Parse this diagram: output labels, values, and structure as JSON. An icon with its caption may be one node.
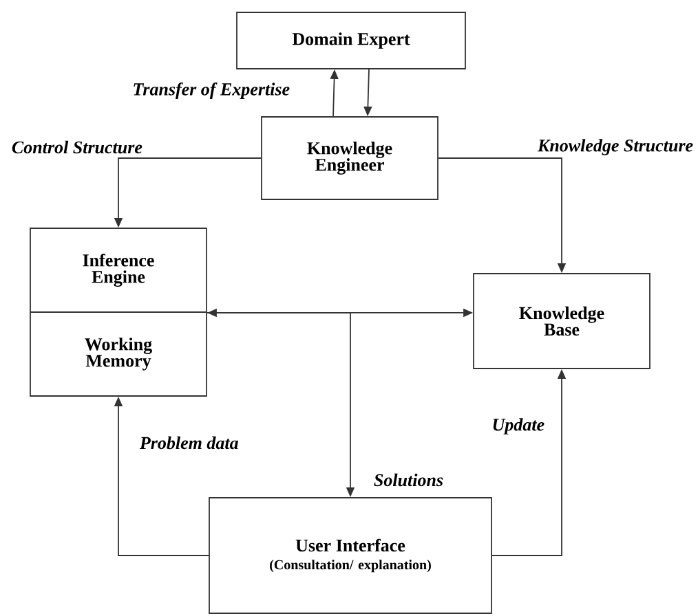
{
  "diagram": {
    "nodes": [
      {
        "text": [
          "Domain Expert"
        ]
      },
      {
        "text": [
          "Knowledge Engineer"
        ]
      },
      {
        "text": [
          "Inference Engine"
        ]
      },
      {
        "text": [
          "Working Memory"
        ]
      },
      {
        "text": [
          "Knowledge Base"
        ]
      },
      {
        "text": [
          "User Interface",
          "(Consultation/ explanation)"
        ]
      }
    ],
    "edges": [
      {
        "from": 1,
        "to": 0,
        "arrow": "to",
        "label": "Transfer of Expertise"
      },
      {
        "from": 0,
        "to": 1,
        "arrow": "to"
      },
      {
        "from": 1,
        "to": 2,
        "arrow": "to",
        "label": "Control Structure"
      },
      {
        "from": 1,
        "to": 4,
        "arrow": "to",
        "label": "Knowledge Structure"
      },
      {
        "from": 2,
        "to": 4,
        "arrow": "both"
      },
      {
        "from": 2,
        "to": 5,
        "arrow": "to",
        "label": "Solutions"
      },
      {
        "from": 5,
        "to": 3,
        "arrow": "to",
        "label": "Problem data"
      },
      {
        "from": 5,
        "to": 4,
        "arrow": "to",
        "label": "Update"
      }
    ]
  }
}
